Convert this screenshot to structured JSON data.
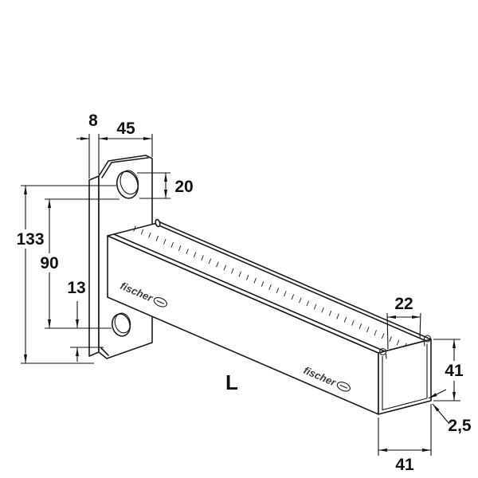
{
  "drawing": {
    "brand": "fischer",
    "dimensions": {
      "plate_thickness": "8",
      "plate_width": "45",
      "top_slot_length": "20",
      "plate_height": "133",
      "hole_spacing": "90",
      "bottom_hole_offset": "13",
      "slot_opening": "22",
      "profile_height": "41",
      "wall_thickness": "2,5",
      "profile_width": "41",
      "length": "L"
    }
  }
}
